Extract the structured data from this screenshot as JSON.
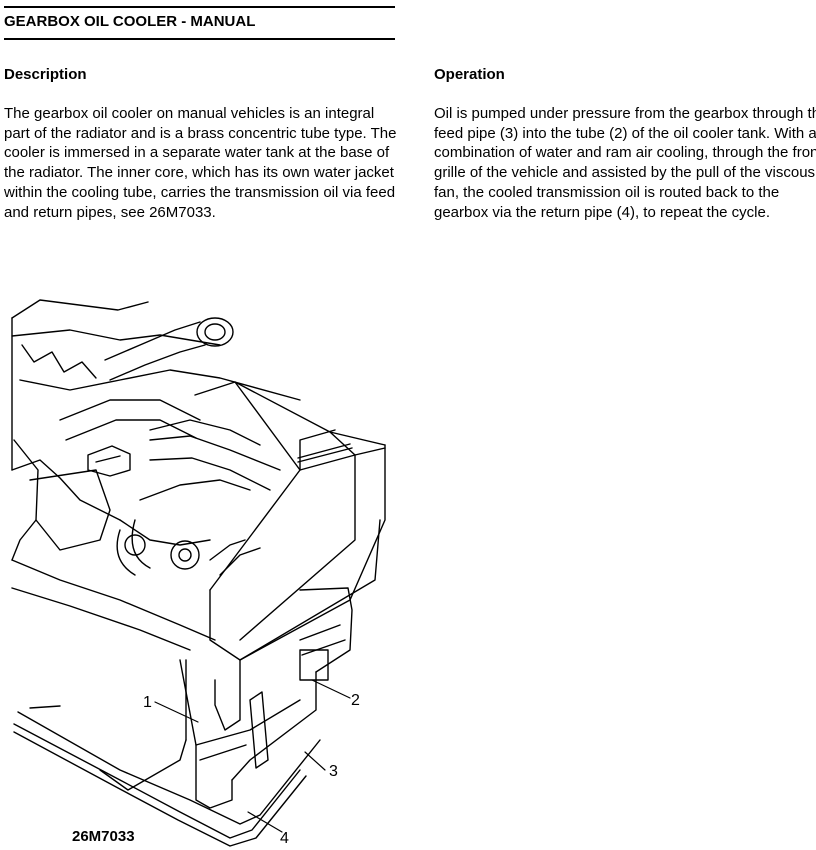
{
  "header": {
    "title": "GEARBOX OIL COOLER - MANUAL"
  },
  "description": {
    "heading": "Description",
    "text": "The gearbox oil cooler on manual vehicles is an integral part of the radiator and is a brass concentric tube type. The cooler is immersed in a separate water tank at the base of the radiator. The inner core, which has its own water jacket within the cooling tube, carries the transmission oil via feed and return pipes, see 26M7033."
  },
  "operation": {
    "heading": "Operation",
    "text": "Oil is pumped under pressure from the gearbox through the feed pipe (3) into the tube (2) of the oil cooler tank. With a combination of water and ram air cooling, through the front grille of the vehicle and assisted by the pull of the viscous fan, the cooled transmission oil is routed back to the gearbox via the return pipe (4), to repeat the cycle."
  },
  "figure": {
    "reference": "26M7033",
    "callouts": [
      "1",
      "2",
      "3",
      "4"
    ]
  }
}
